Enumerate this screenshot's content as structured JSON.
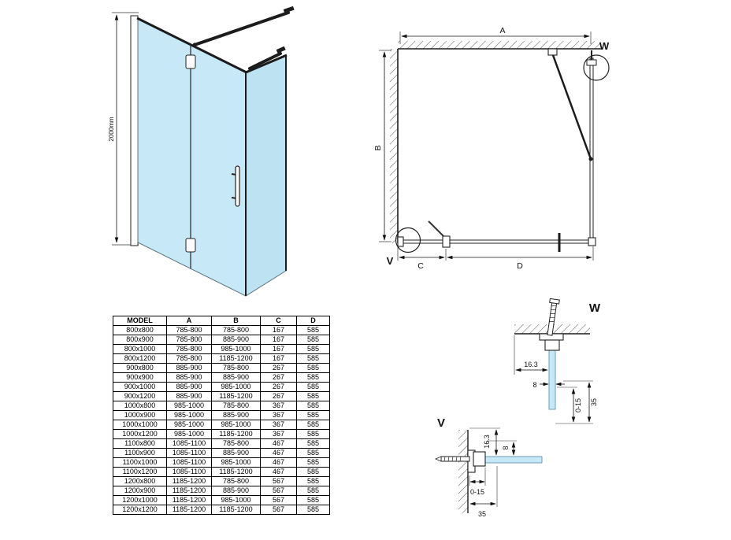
{
  "iso_view": {
    "height_dim": "2000mm"
  },
  "plan_view": {
    "dim_a": "A",
    "dim_b": "B",
    "dim_c": "C",
    "dim_d": "D",
    "detail_v_label": "V",
    "detail_w_label": "W"
  },
  "table": {
    "headers": [
      "MODEL",
      "A",
      "B",
      "C",
      "D"
    ],
    "rows": [
      [
        "800x800",
        "785-800",
        "785-800",
        "167",
        "585"
      ],
      [
        "800x900",
        "785-800",
        "885-900",
        "167",
        "585"
      ],
      [
        "800x1000",
        "785-800",
        "985-1000",
        "167",
        "585"
      ],
      [
        "800x1200",
        "785-800",
        "1185-1200",
        "167",
        "585"
      ],
      [
        "900x800",
        "885-900",
        "785-800",
        "267",
        "585"
      ],
      [
        "900x900",
        "885-900",
        "885-900",
        "267",
        "585"
      ],
      [
        "900x1000",
        "885-900",
        "985-1000",
        "267",
        "585"
      ],
      [
        "900x1200",
        "885-900",
        "1185-1200",
        "267",
        "585"
      ],
      [
        "1000x800",
        "985-1000",
        "785-800",
        "367",
        "585"
      ],
      [
        "1000x900",
        "985-1000",
        "885-900",
        "367",
        "585"
      ],
      [
        "1000x1000",
        "985-1000",
        "985-1000",
        "367",
        "585"
      ],
      [
        "1000x1200",
        "985-1000",
        "1185-1200",
        "367",
        "585"
      ],
      [
        "1100x800",
        "1085-1100",
        "785-800",
        "467",
        "585"
      ],
      [
        "1100x900",
        "1085-1100",
        "885-900",
        "467",
        "585"
      ],
      [
        "1100x1000",
        "1085-1100",
        "985-1000",
        "467",
        "585"
      ],
      [
        "1100x1200",
        "1085-1100",
        "1185-1200",
        "467",
        "585"
      ],
      [
        "1200x800",
        "1185-1200",
        "785-800",
        "567",
        "585"
      ],
      [
        "1200x900",
        "1185-1200",
        "885-900",
        "567",
        "585"
      ],
      [
        "1200x1000",
        "1185-1200",
        "985-1000",
        "567",
        "585"
      ],
      [
        "1200x1200",
        "1185-1200",
        "1185-1200",
        "567",
        "585"
      ]
    ]
  },
  "detail_w": {
    "title": "W",
    "dim_width": "16.3",
    "dim_glass": "8",
    "dim_adjust": "0-15",
    "dim_depth": "35"
  },
  "detail_v": {
    "title": "V",
    "dim_width": "16.3",
    "dim_glass": "8",
    "dim_adjust": "0-15",
    "dim_depth": "35"
  },
  "colors": {
    "glass": "#c7e8f6",
    "glass_side": "#bde2f1",
    "line": "#1c1c1c"
  }
}
